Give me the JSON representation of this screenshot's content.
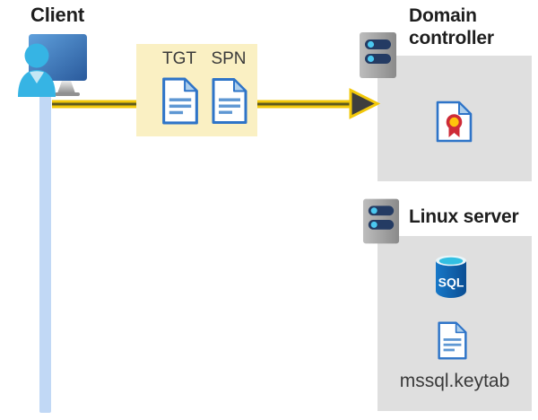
{
  "diagram": {
    "client": {
      "title": "Client"
    },
    "request": {
      "tgt_label": "TGT",
      "spn_label": "SPN"
    },
    "domain_controller": {
      "title": "Domain controller"
    },
    "linux_server": {
      "title": "Linux server",
      "sql_label": "SQL",
      "keytab_label": "mssql.keytab"
    },
    "colors": {
      "arrow_yellow": "#F2C80A",
      "arrow_core": "#5E5A1C",
      "arrowhead_dark": "#3E3E3E",
      "ticket_box_bg": "#FAF0C3",
      "panel_bg": "#DFDFDF",
      "document_blue": "#2E74C8",
      "document_line_blue": "#5E97D3",
      "database_blue": "#0B4E93",
      "person_cyan": "#36B4E4",
      "connection_bar_blue": "#C1D8F5",
      "certificate_red": "#CE2B37",
      "certificate_gold": "#FFC40C",
      "server_pill_navy": "#243B63",
      "server_led_cyan": "#4BC8F0"
    }
  }
}
